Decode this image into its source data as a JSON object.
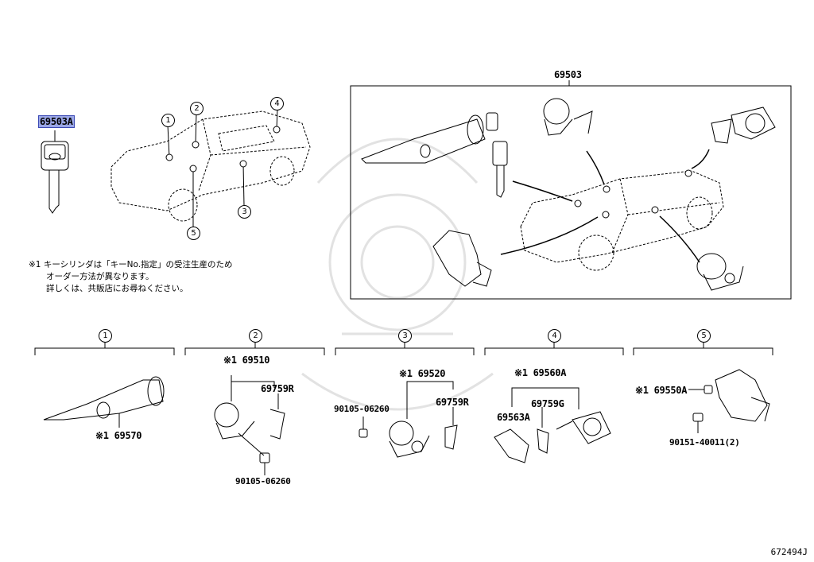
{
  "diagram": {
    "main_assembly_part": "69503",
    "key_part": "69503A",
    "note_lines": [
      "※1 キーシリンダは「キーNo.指定」の受注生産のため",
      "オーダー方法が異なります。",
      "詳しくは、共販店にお尋ねください。"
    ],
    "car_callouts": [
      "1",
      "2",
      "3",
      "4",
      "5"
    ],
    "groups": [
      {
        "ref": "1",
        "parts": [
          "※1 69570"
        ]
      },
      {
        "ref": "2",
        "parts": [
          "※1 69510",
          "69759R",
          "90105-06260"
        ]
      },
      {
        "ref": "3",
        "parts": [
          "※1 69520",
          "69759R",
          "90105-06260"
        ]
      },
      {
        "ref": "4",
        "parts": [
          "※1 69560A",
          "69759G",
          "69563A"
        ]
      },
      {
        "ref": "5",
        "parts": [
          "※1 69550A",
          "90151-40011(2)"
        ]
      }
    ],
    "figure_code": "672494J"
  }
}
